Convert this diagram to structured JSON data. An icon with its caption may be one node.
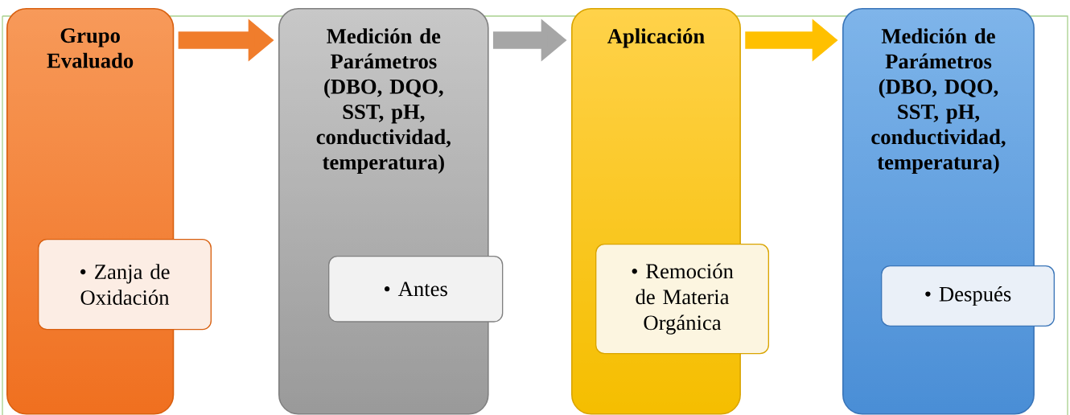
{
  "diagram": {
    "nodes": [
      {
        "text": [
          "Grupo Evaluado"
        ]
      },
      {
        "text": [
          "• Zanja de Oxidación"
        ]
      },
      {
        "text": [
          "Medición de Parámetros (DBO, DQO, SST, pH, conductividad, temperatura)"
        ]
      },
      {
        "text": [
          "• Antes"
        ]
      },
      {
        "text": [
          "Aplicación"
        ]
      },
      {
        "text": [
          "• Remoción de Materia Orgánica"
        ]
      },
      {
        "text": [
          "Medición de Parámetros (DBO, DQO, SST, pH, conductividad, temperatura)"
        ]
      },
      {
        "text": [
          "• Después"
        ]
      }
    ],
    "edges": [
      {
        "from": 0,
        "to": 2,
        "arrow": "to",
        "color": "#f07d2c"
      },
      {
        "from": 2,
        "to": 4,
        "arrow": "to",
        "color": "#a6a6a6"
      },
      {
        "from": 4,
        "to": 6,
        "arrow": "to",
        "color": "#ffc000"
      }
    ]
  }
}
